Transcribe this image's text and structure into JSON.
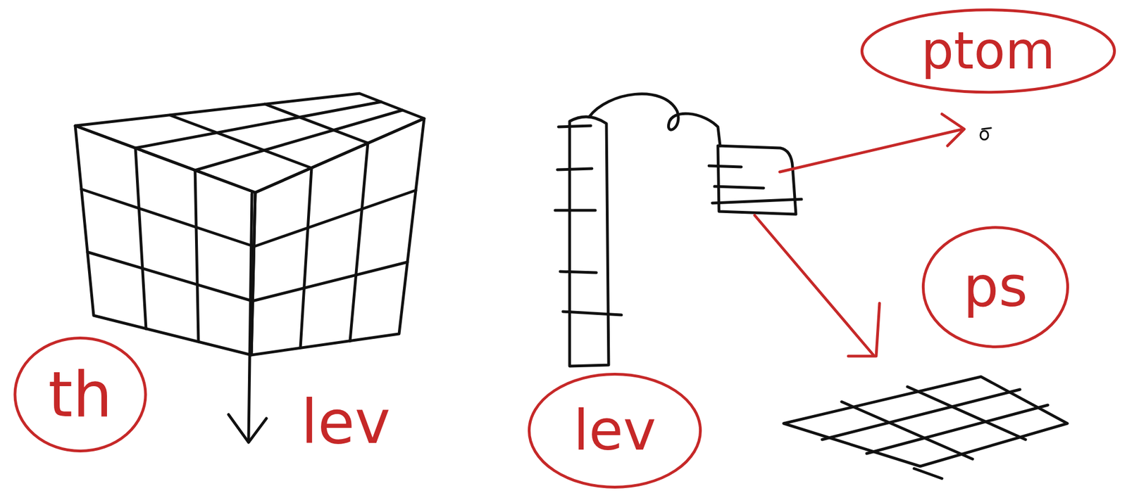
{
  "diagram": {
    "nodes": [
      {
        "text": [
          "ptom"
        ]
      },
      {
        "text": [
          "ps"
        ]
      },
      {
        "text": [
          "th"
        ]
      },
      {
        "text": [
          "lev"
        ]
      }
    ],
    "labels": [
      "lev"
    ]
  }
}
